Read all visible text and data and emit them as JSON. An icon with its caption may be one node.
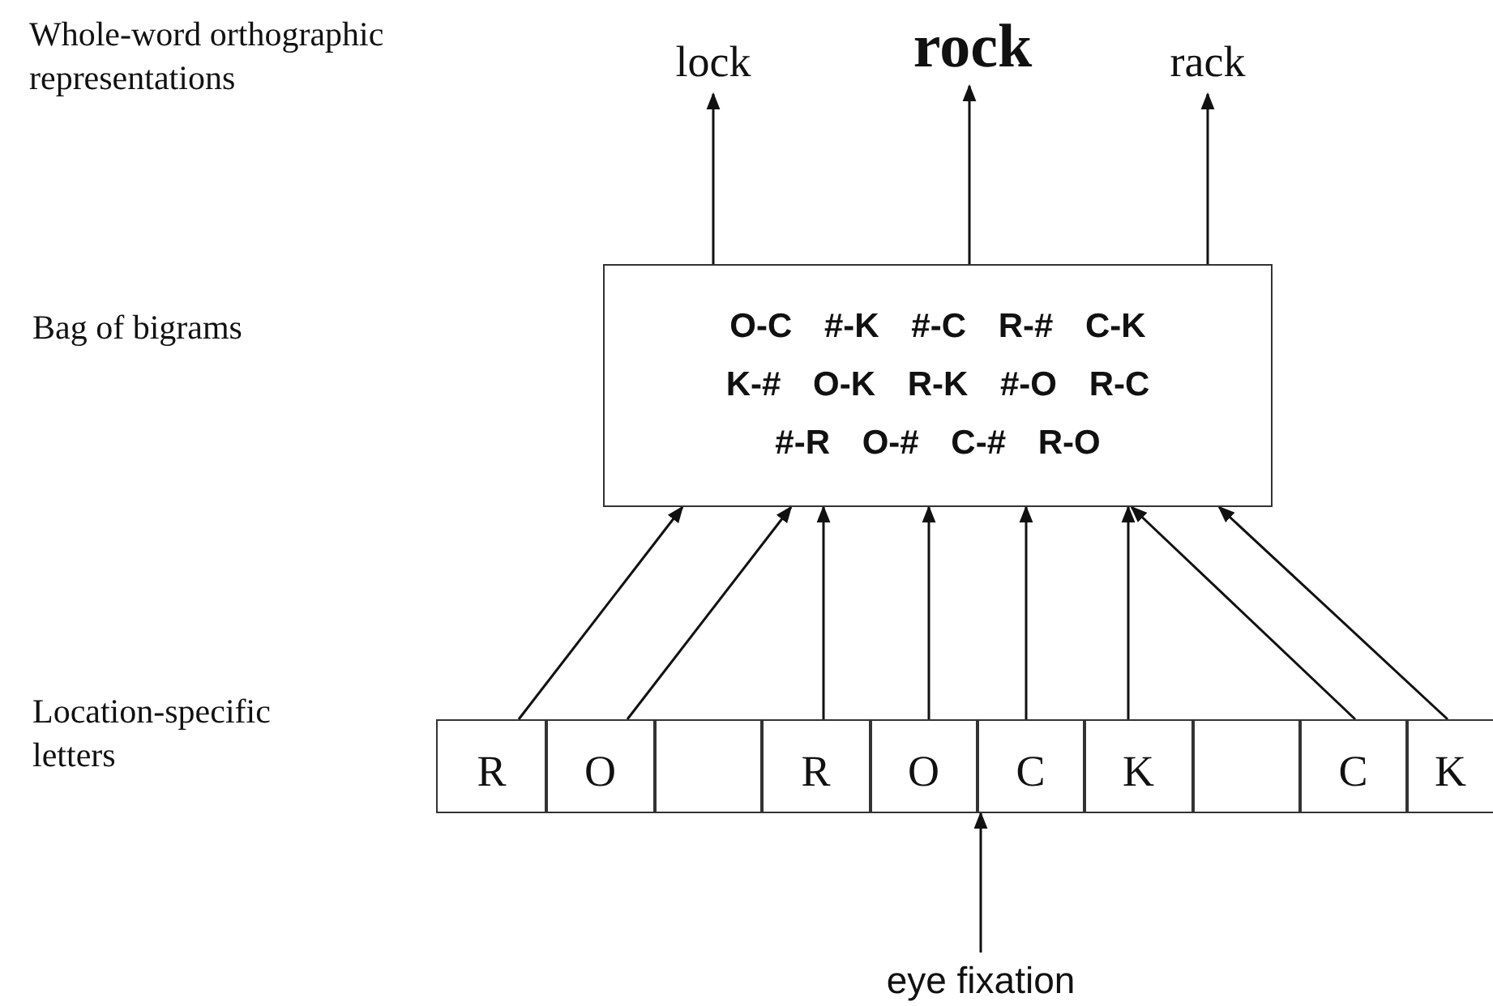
{
  "diagram": {
    "nodes": [
      {
        "text": [
          "lock"
        ]
      },
      {
        "text": [
          "rock"
        ]
      },
      {
        "text": [
          "rack"
        ]
      },
      {
        "text": [
          "O-C #-K #-C R-# C-K",
          "K-# O-K R-K #-O R-C",
          "#-R O-# C-# R-O"
        ]
      },
      {
        "text": [
          "R"
        ]
      },
      {
        "text": [
          "O"
        ]
      },
      {
        "text": [],
        "shape": "box"
      },
      {
        "text": [
          "R"
        ]
      },
      {
        "text": [
          "O"
        ]
      },
      {
        "text": [
          "C"
        ]
      },
      {
        "text": [
          "K"
        ]
      },
      {
        "text": [],
        "shape": "box"
      },
      {
        "text": [
          "C"
        ]
      },
      {
        "text": [
          "K"
        ]
      },
      {
        "text": [
          "eye fixation"
        ]
      }
    ],
    "edges": [
      {
        "from": 3,
        "to": 0,
        "arrow": "to"
      },
      {
        "from": 3,
        "to": 1,
        "arrow": "to"
      },
      {
        "from": 3,
        "to": 2,
        "arrow": "to"
      },
      {
        "from": 4,
        "to": 3,
        "arrow": "to"
      },
      {
        "from": 5,
        "to": 3,
        "arrow": "to"
      },
      {
        "from": 7,
        "to": 3,
        "arrow": "to"
      },
      {
        "from": 8,
        "to": 3,
        "arrow": "to"
      },
      {
        "from": 9,
        "to": 3,
        "arrow": "to"
      },
      {
        "from": 10,
        "to": 3,
        "arrow": "to"
      },
      {
        "from": 12,
        "to": 3,
        "arrow": "to"
      },
      {
        "from": 13,
        "to": 3,
        "arrow": "to"
      },
      {
        "from": 14,
        "to": 9,
        "arrow": "to"
      }
    ],
    "labels": [
      "Whole-word orthographic representations",
      "Bag of bigrams",
      "Location-specific letters"
    ]
  }
}
